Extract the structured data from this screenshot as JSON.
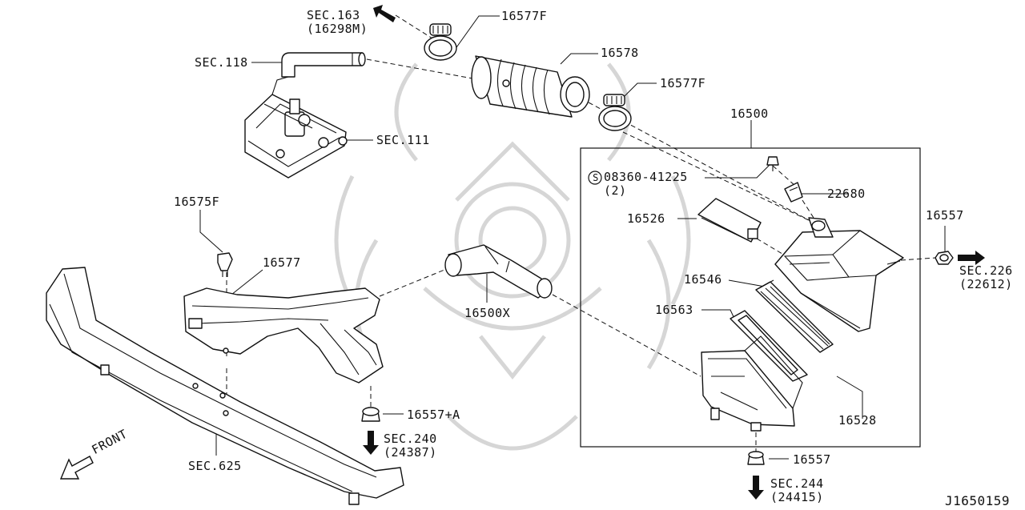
{
  "labels": {
    "sec163": [
      "SEC.163",
      "(16298M)"
    ],
    "p16577f_top": "16577F",
    "p16578": "16578",
    "p16577f_mid": "16577F",
    "sec118": "SEC.118",
    "sec111": "SEC.111",
    "p16500": "16500",
    "bolt": [
      "08360-41225",
      "(2)"
    ],
    "bolt_symbol": "S",
    "p22680": "22680",
    "p16526": "16526",
    "p16557_right": "16557",
    "sec226": [
      "SEC.226",
      "(22612)"
    ],
    "p16575f": "16575F",
    "p16577": "16577",
    "p16500x": "16500X",
    "p16546": "16546",
    "p16563": "16563",
    "p16528": "16528",
    "p16557a": "16557+A",
    "sec240": [
      "SEC.240",
      "(24387)"
    ],
    "front": "FRONT",
    "sec625": "SEC.625",
    "p16557_bottom": "16557",
    "sec244": [
      "SEC.244",
      "(24415)"
    ],
    "diagram_id": "J1650159"
  },
  "colors": {
    "ink": "#111111",
    "watermark": "#d6d6d6",
    "background": "#ffffff"
  },
  "icons": [
    "arrow-up-left-icon",
    "arrow-right-icon",
    "arrow-down-icon",
    "front-arrow-icon",
    "screw-symbol-icon"
  ]
}
